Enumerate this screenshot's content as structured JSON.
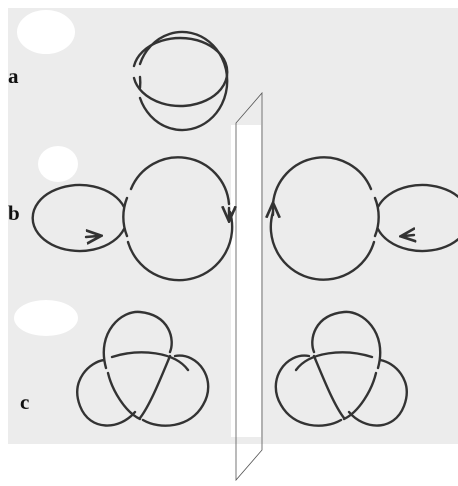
{
  "labels": {
    "a": "a",
    "b": "b",
    "c": "c"
  },
  "colors": {
    "background": "#ececec",
    "stroke": "#333333",
    "mirror": "#ffffff"
  }
}
